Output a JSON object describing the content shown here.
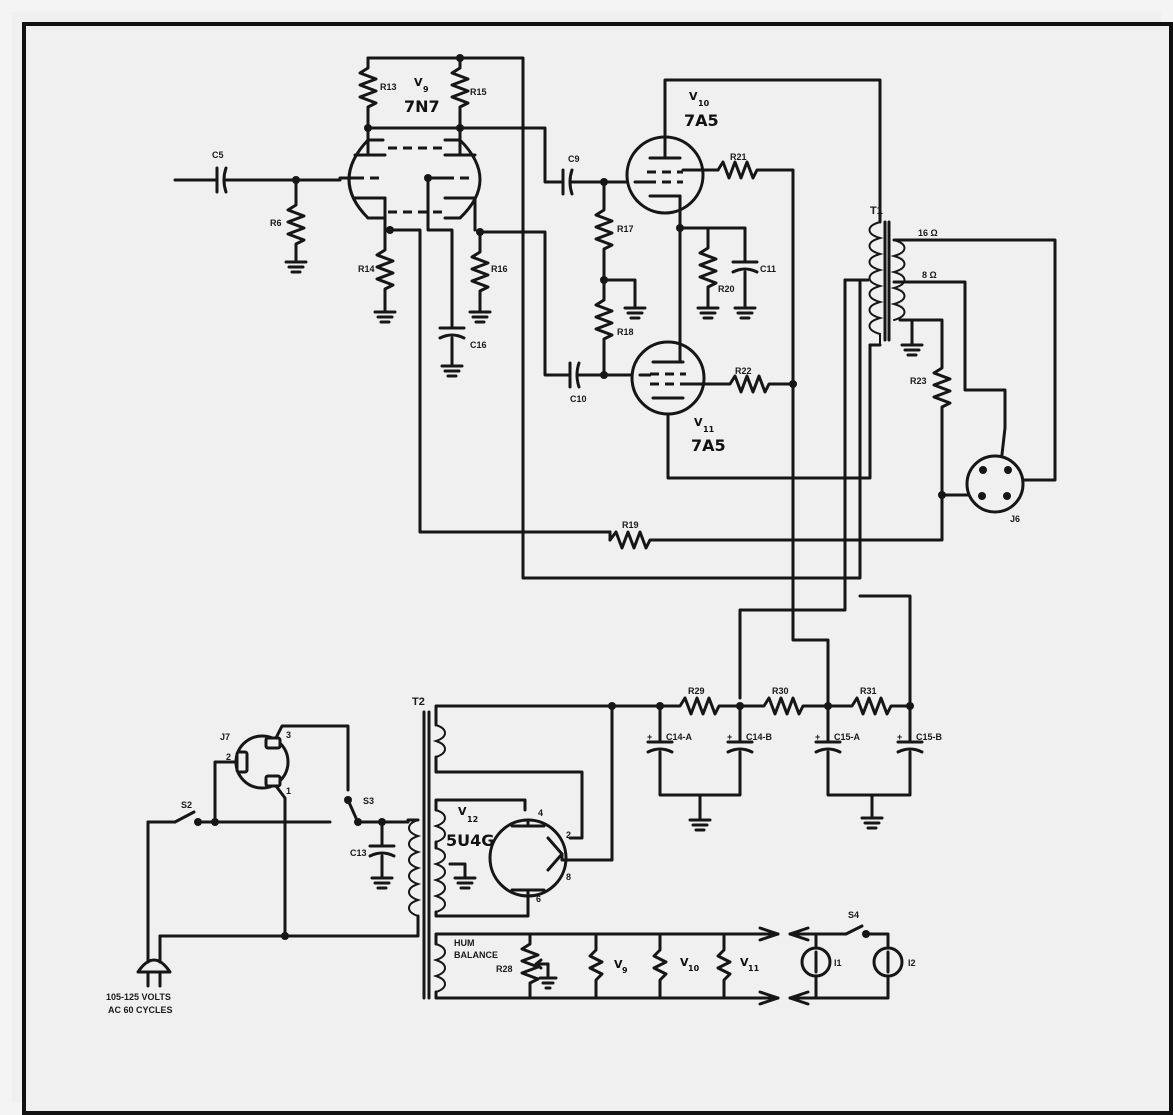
{
  "tubes": {
    "v9": {
      "v": "V",
      "sub": "9",
      "type": "7N7"
    },
    "v10": {
      "v": "V",
      "sub": "10",
      "type": "7A5"
    },
    "v11": {
      "v": "V",
      "sub": "11",
      "type": "7A5"
    },
    "v12": {
      "v": "V",
      "sub": "12",
      "type": "5U4G"
    }
  },
  "labels": {
    "c5": "C5",
    "r6": "R6",
    "r13": "R13",
    "r15": "R15",
    "r14": "R14",
    "r16": "R16",
    "c16": "C16",
    "c9": "C9",
    "c10": "C10",
    "r17": "R17",
    "r18": "R18",
    "r20": "R20",
    "c11": "C11",
    "r21": "R21",
    "r22": "R22",
    "t1": "T1",
    "tap16": "16 Ω",
    "tap8": "8 Ω",
    "r23": "R23",
    "j6": "J6",
    "r19": "R19",
    "t2": "T2",
    "r29": "R29",
    "r30": "R30",
    "r31": "R31",
    "c14a": "C14-A",
    "c14b": "C14-B",
    "c15a": "C15-A",
    "c15b": "C15-B",
    "j7": "J7",
    "s2": "S2",
    "s3": "S3",
    "c13": "C13",
    "hum1": "HUM",
    "hum2": "BALANCE",
    "r28": "R28",
    "s4": "S4",
    "i1": "I1",
    "i2": "I2",
    "ac1": "105-125 VOLTS",
    "ac2": "AC 60 CYCLES",
    "pin4": "4",
    "pin2": "2",
    "pin8": "8",
    "pin6": "6",
    "j7p1": "1",
    "j7p2": "2",
    "j7p3": "3",
    "plus": "+"
  },
  "heater_labels": {
    "v9": {
      "v": "V",
      "sub": "9"
    },
    "v10": {
      "v": "V",
      "sub": "10"
    },
    "v11": {
      "v": "V",
      "sub": "11"
    }
  }
}
